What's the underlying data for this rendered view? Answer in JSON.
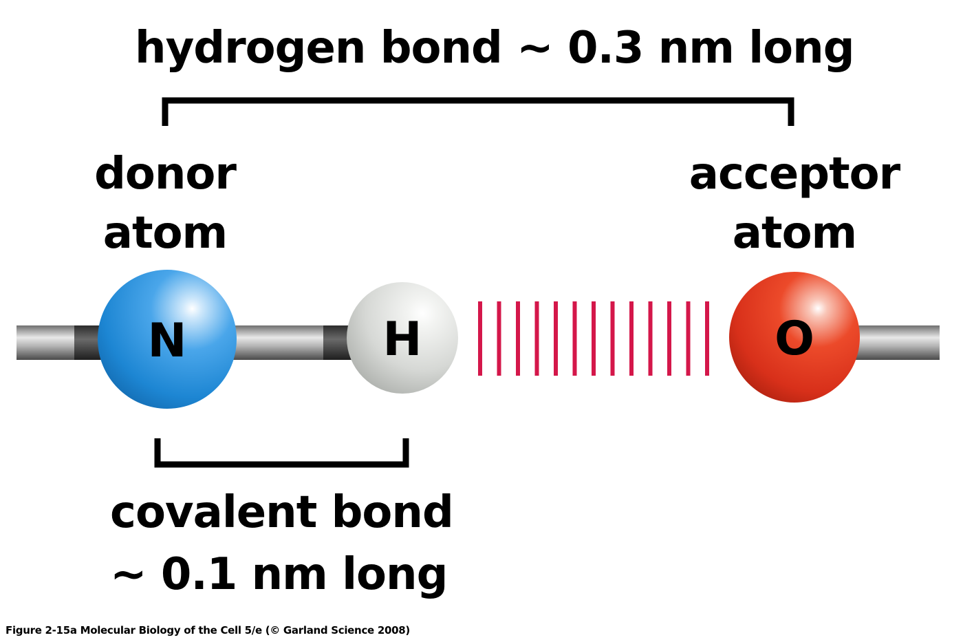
{
  "hydrogen_bond": {
    "label": "hydrogen bond ~ 0.3 nm long"
  },
  "donor": {
    "line1": "donor",
    "line2": "atom"
  },
  "acceptor": {
    "line1": "acceptor",
    "line2": "atom"
  },
  "covalent_bond": {
    "line1": "covalent bond",
    "line2": "~ 0.1 nm long"
  },
  "atoms": {
    "nitrogen": {
      "symbol": "N",
      "color": "#2a8fd8"
    },
    "hydrogen": {
      "symbol": "H",
      "color": "#d8dad8"
    },
    "oxygen": {
      "symbol": "O",
      "color": "#e2341c"
    }
  },
  "hbond_color": "#d4174a",
  "caption": "Figure 2-15a  Molecular Biology of the Cell 5/e (© Garland Science 2008)"
}
